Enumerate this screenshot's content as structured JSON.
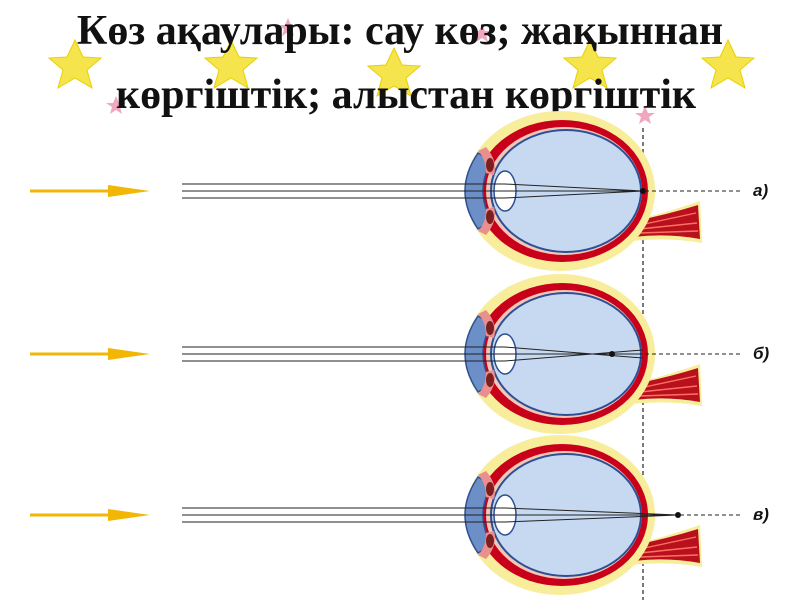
{
  "title": {
    "line1": "Көз ақаулары:  сау көз; жақыннан",
    "line2": "көргіштік; алыстан көргіштік"
  },
  "diagrams": [
    {
      "id": "a",
      "label": "а)",
      "focus": "on-retina"
    },
    {
      "id": "b",
      "label": "б)",
      "focus": "in-front-of-retina"
    },
    {
      "id": "v",
      "label": "в)",
      "focus": "behind-retina"
    }
  ],
  "colors": {
    "arrow": "#f2b705",
    "sclera": "#c8001a",
    "outer_layer": "#f7ed9a",
    "vitreous": "#c6d9f0",
    "cornea": "#6c8fc8",
    "lens": "#ffffff",
    "iris": "#e9908f",
    "nerve": "#b8111d",
    "stars": "#f5e44c"
  }
}
